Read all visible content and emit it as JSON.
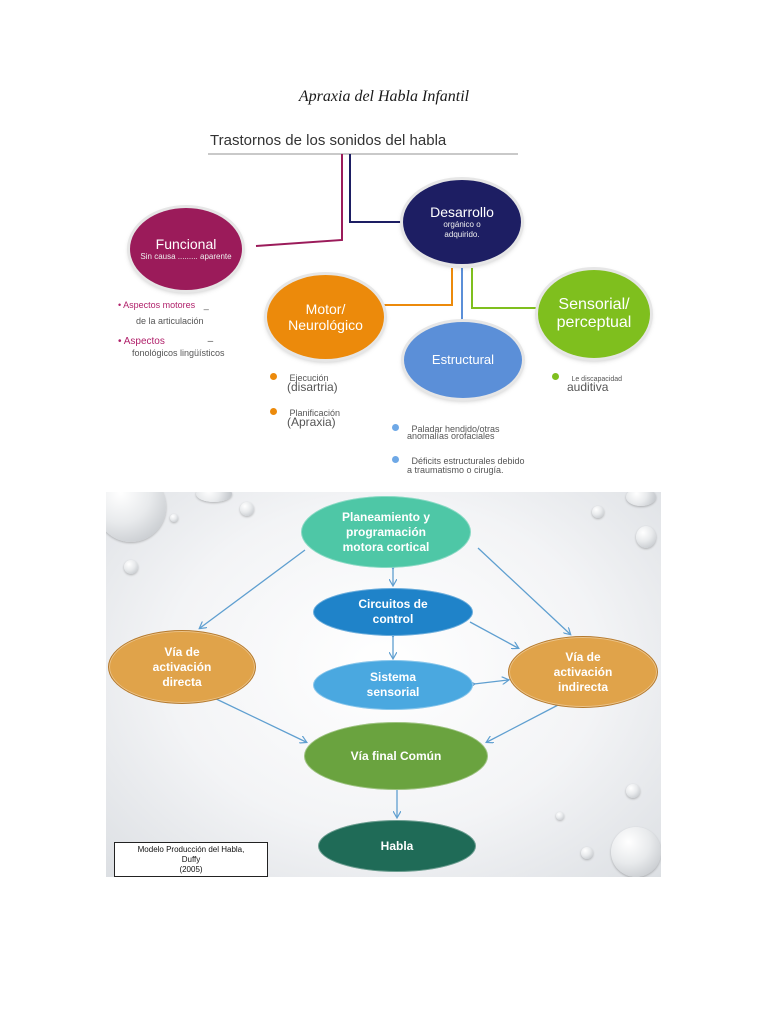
{
  "title": "Apraxia del Habla Infantil",
  "top_diagram": {
    "root": "Trastornos de los sonidos del habla",
    "funcional": {
      "label": "Funcional",
      "sub": "Sin causa ......... aparente",
      "color": "#9b1b5a"
    },
    "funcional_notes": [
      {
        "text": "• Aspectos motores",
        "trail": "_"
      },
      {
        "text": "de la articulación"
      },
      {
        "text": "• Aspectos",
        "trail": "–"
      },
      {
        "text": "fonológicos lingüísticos"
      }
    ],
    "desarrollo": {
      "label": "Desarrollo",
      "sub1": "orgánico o",
      "sub2": "adquirido.",
      "color": "#1d1e63"
    },
    "motor": {
      "label1": "Motor/",
      "label2": "Neurológico",
      "color": "#ec8a0b"
    },
    "motor_notes": [
      {
        "small": "Ejecución",
        "big": "(disartria)"
      },
      {
        "small": "Planificación",
        "big": "(Apraxia)"
      }
    ],
    "estructural": {
      "label": "Estructural",
      "color": "#5b8fd8"
    },
    "estructural_notes": [
      {
        "line1": "Paladar hendido/otras",
        "line2": "anomalías orofaciales"
      },
      {
        "line1": "Déficits estructurales debido",
        "line2": "a traumatismo o cirugía."
      }
    ],
    "sensorial": {
      "label1": "Sensorial/",
      "label2": "perceptual",
      "color": "#7fbf1e"
    },
    "sensorial_notes": [
      {
        "small": "Le discapacidad",
        "big": "auditiva"
      }
    ],
    "colors": {
      "motor_dot": "#ec8a0b",
      "estructural_dot": "#6ea8e6",
      "sensorial_dot": "#7fbf1e",
      "funcional_text": "#b0206a"
    }
  },
  "model": {
    "planeamiento": "Planeamiento y programación motora cortical",
    "circuitos": "Circuitos de control",
    "sistema": "Sistema sensorial",
    "directa": "Vía de activación directa",
    "indirecta": "Vía de activación indirecta",
    "final": "Vía final Común",
    "habla": "Habla",
    "citation": {
      "line1": "Modelo Producción del Habla,",
      "line2": "Duffy",
      "line3": "(2005)"
    },
    "colors": {
      "teal": "#4ec7a6",
      "blue": "#1f83c9",
      "lightblue": "#4aa8e0",
      "orange": "#e0a34a",
      "green": "#6aa33f",
      "darkgreen": "#1f6b57",
      "arrow": "#5f9fd0"
    }
  }
}
